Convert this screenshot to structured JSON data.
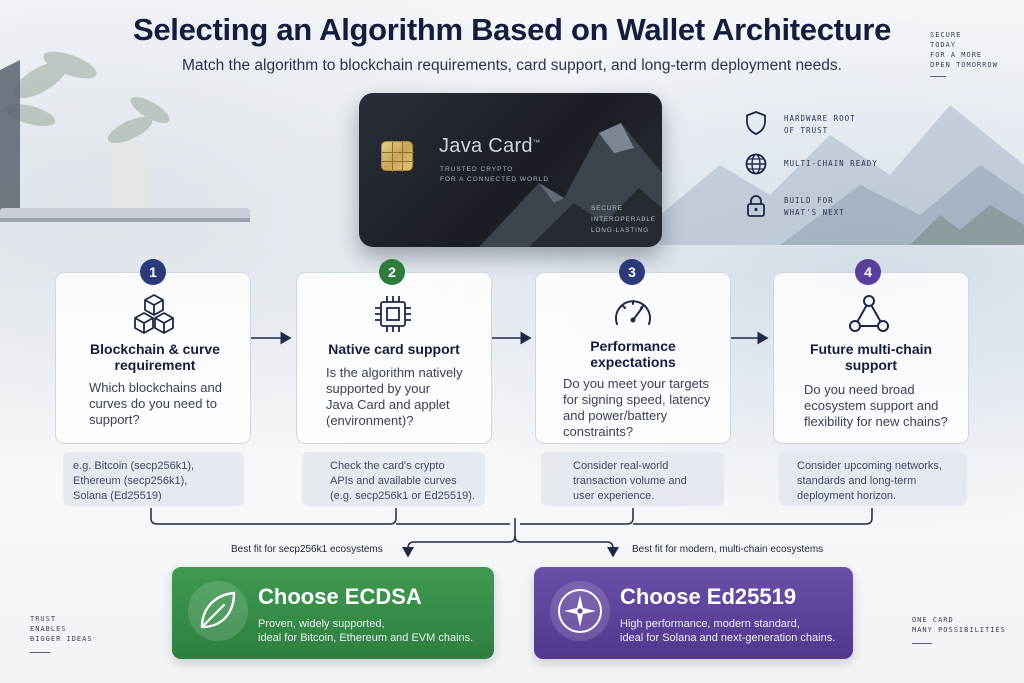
{
  "header": {
    "title": "Selecting an Algorithm Based on Wallet Architecture",
    "subtitle": "Match the algorithm to blockchain requirements, card support, and long-term deployment needs.",
    "tagline_top_right": [
      "SECURE",
      "TODAY",
      "FOR A MORE",
      "OPEN TOMORROW"
    ]
  },
  "card": {
    "title": "Java Card",
    "trademark": "™",
    "subtitle_lines": [
      "TRUSTED CRYPTO",
      "FOR A CONNECTED WORLD"
    ],
    "bullets": [
      "SECURE",
      "INTEROPERABLE",
      "LONG-LASTING"
    ]
  },
  "features": [
    {
      "icon": "shield-icon",
      "lines": [
        "HARDWARE ROOT",
        "OF TRUST"
      ]
    },
    {
      "icon": "globe-icon",
      "lines": [
        "MULTI-CHAIN READY"
      ]
    },
    {
      "icon": "lock-icon",
      "lines": [
        "BUILD FOR",
        "WHAT'S NEXT"
      ]
    }
  ],
  "steps": [
    {
      "number": "1",
      "color": "#2b3a7a",
      "icon": "cubes-icon",
      "title_lines": [
        "Blockchain & curve",
        "requirement"
      ],
      "question_lines": [
        "Which blockchains and",
        "curves do you need to",
        "support?"
      ],
      "note_lines": [
        "e.g. Bitcoin (secp256k1),",
        "Ethereum (secp256k1),",
        "Solana (Ed25519)"
      ]
    },
    {
      "number": "2",
      "color": "#2f7a3e",
      "icon": "chip-icon",
      "title_lines": [
        "Native card support"
      ],
      "question_lines": [
        "Is the algorithm natively",
        "supported by your",
        "Java Card and applet",
        "(environment)?"
      ],
      "note_lines": [
        "Check the card's crypto",
        "APIs and available curves",
        "(e.g. secp256k1 or Ed25519)."
      ]
    },
    {
      "number": "3",
      "color": "#2b3a7a",
      "icon": "gauge-icon",
      "title_lines": [
        "Performance",
        "expectations"
      ],
      "question_lines": [
        "Do you meet your targets",
        "for signing speed, latency",
        "and power/battery",
        "constraints?"
      ],
      "note_lines": [
        "Consider real-world",
        "transaction volume and",
        "user experience."
      ]
    },
    {
      "number": "4",
      "color": "#5a3f9a",
      "icon": "network-icon",
      "title_lines": [
        "Future multi-chain",
        "support"
      ],
      "question_lines": [
        "Do you need broad",
        "ecosystem support and",
        "flexibility for new chains?"
      ],
      "note_lines": [
        "Consider upcoming networks,",
        "standards and long-term",
        "deployment horizon."
      ]
    }
  ],
  "best_fit": {
    "left": "Best fit for secp256k1 ecosystems",
    "right": "Best fit for modern, multi-chain ecosystems"
  },
  "choices": [
    {
      "title": "Choose ECDSA",
      "icon": "leaf-icon",
      "color": "#3a8f4b",
      "desc_lines": [
        "Proven, widely supported,",
        "ideal for Bitcoin, Ethereum and EVM chains."
      ]
    },
    {
      "title": "Choose Ed25519",
      "icon": "compass-star-icon",
      "color": "#5e45a0",
      "desc_lines": [
        "High performance, modern standard,",
        "ideal for Solana and next-generation chains."
      ]
    }
  ],
  "corner_notes": {
    "bottom_left": [
      "TRUST",
      "ENABLES",
      "BIGGER IDEAS"
    ],
    "bottom_right": [
      "ONE CARD",
      "MANY POSSIBILITIES"
    ]
  }
}
